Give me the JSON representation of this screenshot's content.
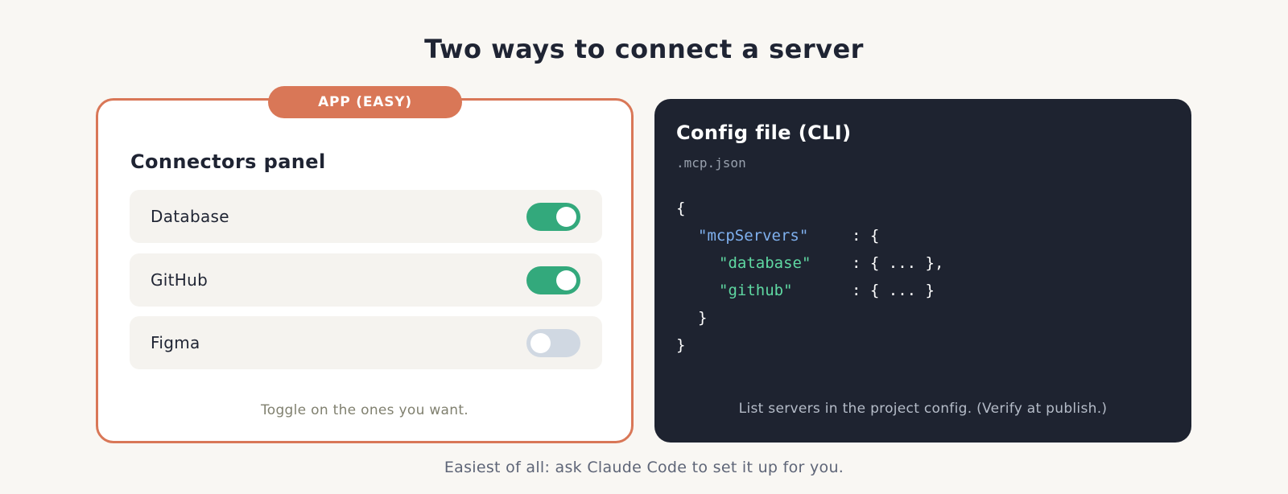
{
  "title": "Two ways to connect a server",
  "app_card": {
    "badge": "APP (EASY)",
    "panel_title": "Connectors panel",
    "connectors": [
      {
        "label": "Database",
        "enabled": true
      },
      {
        "label": "GitHub",
        "enabled": true
      },
      {
        "label": "Figma",
        "enabled": false
      }
    ],
    "caption": "Toggle on the ones you want."
  },
  "cli_card": {
    "title": "Config file (CLI)",
    "file_name": ".mcp.json",
    "code": {
      "open_brace": "{",
      "key_servers": "\"mcpServers\"",
      "servers_value": ": {",
      "key_database": "\"database\"",
      "database_value": ": { ... },",
      "key_github": "\"github\"",
      "github_value": ": { ... }",
      "inner_close": "}",
      "close_brace": "}"
    },
    "caption": "List servers in the project config. (Verify at publish.)"
  },
  "footer": "Easiest of all: ask Claude Code to set it up for you.",
  "colors": {
    "accent": "#d97757",
    "toggle_on": "#33a97c",
    "toggle_off": "#d0d8e2",
    "code_key_blue": "#7fb0ee",
    "code_key_green": "#5fd8a2",
    "dark_card": "#1e2330"
  }
}
